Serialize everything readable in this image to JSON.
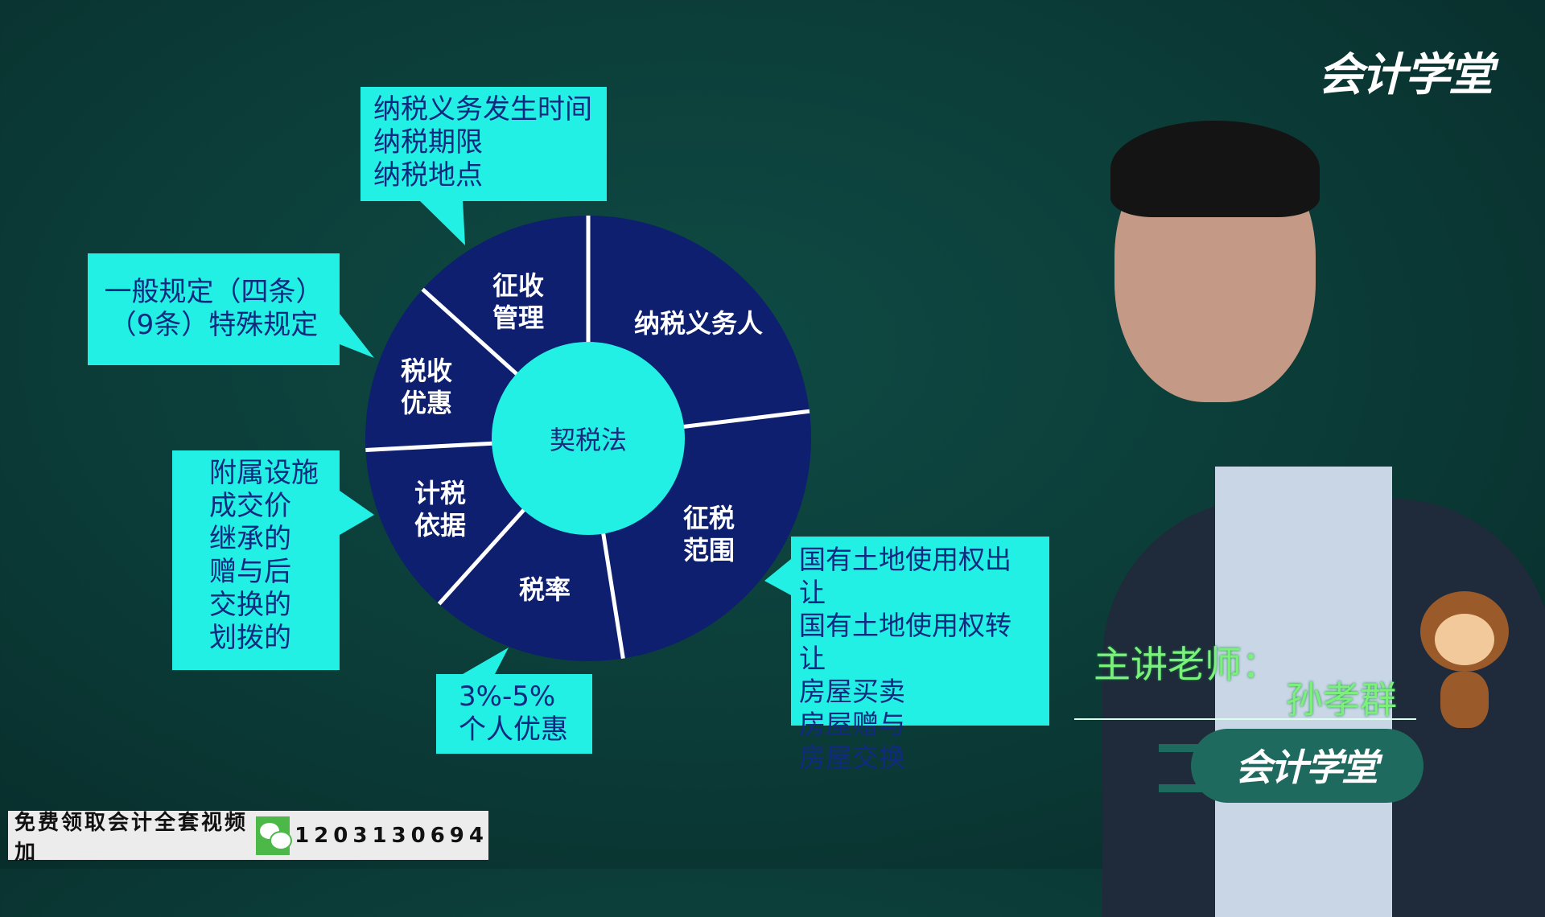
{
  "diagram": {
    "center": "契税法",
    "segments": [
      {
        "label": "征收\n管理"
      },
      {
        "label": "纳税义务人"
      },
      {
        "label": "征税\n范围"
      },
      {
        "label": "税率"
      },
      {
        "label": "计税\n依据"
      },
      {
        "label": "税收\n优惠"
      }
    ],
    "callouts": {
      "collection": [
        "纳税义务发生时间",
        "纳税期限",
        "纳税地点"
      ],
      "preference": [
        "一般规定（四条）",
        "（9条）特殊规定"
      ],
      "basis": [
        "附属设施",
        "成交价",
        "继承的",
        "赠与后",
        "交换的",
        "划拨的"
      ],
      "rate": [
        "3%-5%",
        "个人优惠"
      ],
      "scope": [
        "国有土地使用权出让",
        "国有土地使用权转让",
        "房屋买卖",
        "房屋赠与",
        "房屋交换"
      ]
    },
    "colors": {
      "pie": "#0d1f6e",
      "callout": "#22f0e4",
      "background": "#0b3b37"
    }
  },
  "logo_top": "会计学堂",
  "logo_bottom": "会计学堂",
  "teacher": {
    "label": "主讲老师：",
    "name": "孙孝群"
  },
  "banner": {
    "text": "免费领取会计全套视频加",
    "icon": "wechat-icon",
    "number": "1203130694"
  }
}
